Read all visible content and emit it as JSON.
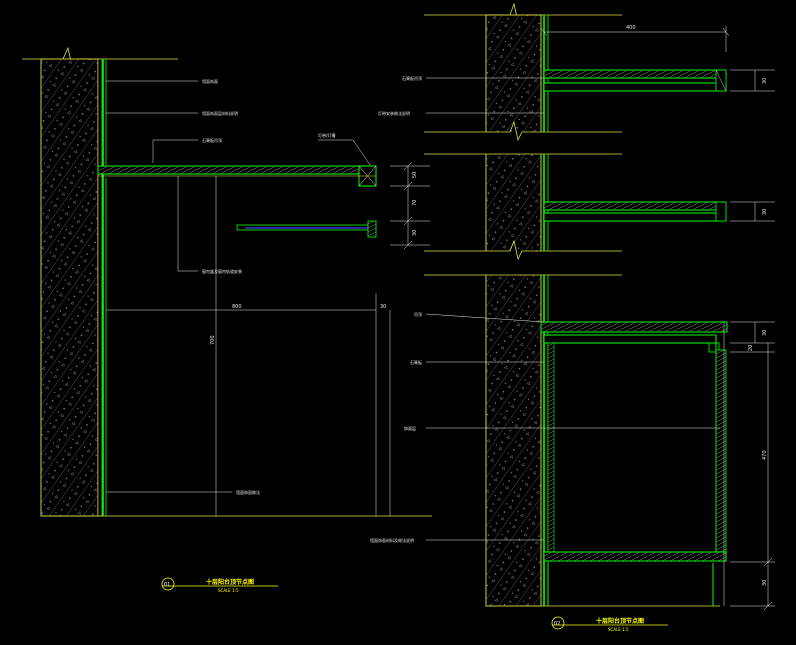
{
  "drawing": {
    "colors": {
      "background": "#000000",
      "wall_outline": "#e0e040",
      "finish_layer": "#00ff00",
      "leader": "#e8e8e8",
      "hatch": "#7a7a7a",
      "title": "#ffff00",
      "blue_line": "#4040ff"
    },
    "left": {
      "notes": [
        "墙面饰面",
        "墙面饰面层材料说明",
        "石膏板吊顶",
        "灯带/灯槽",
        "窗帘盒及窗帘轨道安装",
        "墙面饰面做法"
      ],
      "dims": [
        "50",
        "70",
        "30",
        "800",
        "30",
        "700"
      ],
      "title": "十层阳台顶节点图",
      "scale": "SCALE 1:5",
      "callout": "01"
    },
    "right": {
      "notes": [
        "石膏板吊顶",
        "灯带安装做法说明",
        "吊顶",
        "石膏板",
        "饰面层",
        "墙面饰面材料及做法说明"
      ],
      "dims": [
        "400",
        "30",
        "30",
        "30",
        "20",
        "470",
        "30"
      ],
      "title": "十层阳台顶节点图",
      "scale": "SCALE 1:5",
      "callout": "02"
    }
  }
}
